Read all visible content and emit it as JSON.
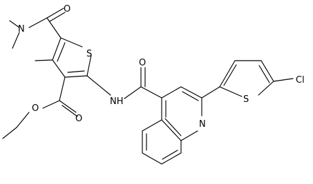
{
  "molecule": {
    "atoms": {
      "o_amide_top": "O",
      "n_dimethyl": "N",
      "s_thiophene_main": "S",
      "nh_amide": "NH",
      "o_amide_mid": "O",
      "o_ester_carbonyl": "O",
      "o_ester_ether": "O",
      "s_thiophene_cl": "S",
      "cl": "Cl",
      "n_quinoline": "N"
    }
  }
}
